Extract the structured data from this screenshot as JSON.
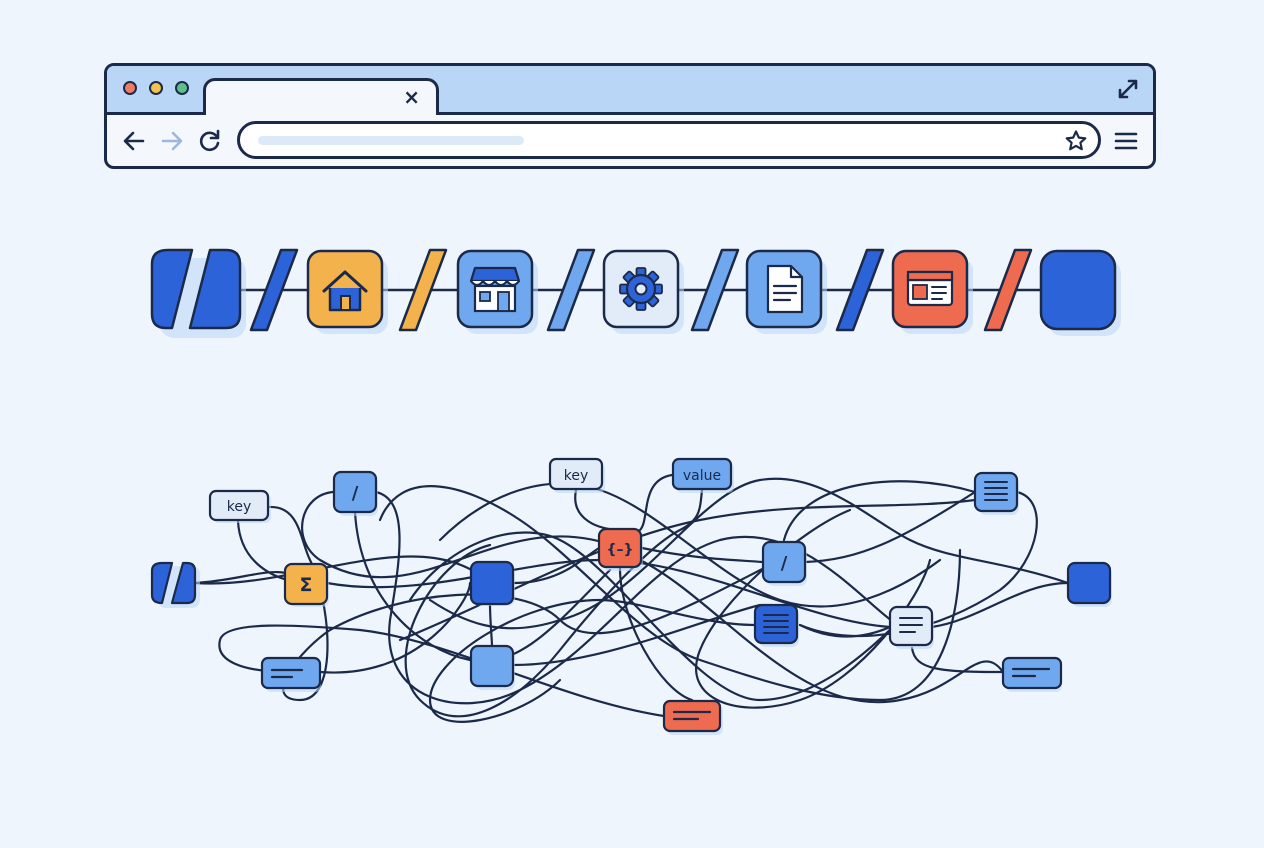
{
  "browser": {
    "tab": {
      "close_glyph": "×"
    },
    "icons": {
      "expand": "expand-icon",
      "back": "arrow-left-icon",
      "forward": "arrow-right-icon",
      "reload": "reload-icon",
      "bookmark": "star-icon",
      "menu": "hamburger-menu-icon"
    },
    "window_controls": [
      "close",
      "minimize",
      "maximize"
    ]
  },
  "breadcrumb": {
    "segments": [
      "root",
      "home-icon",
      "store-icon",
      "gear-icon",
      "document-icon",
      "browser-window-icon",
      "end"
    ]
  },
  "graph": {
    "labels": {
      "key_left": "key",
      "key_top": "key",
      "value_top": "value",
      "braces": "{–}",
      "slash": "/",
      "sigma": "Σ"
    }
  },
  "colors": {
    "ink": "#1c2a4a",
    "blue_dark": "#2d63d8",
    "blue_mid": "#6fa8ef",
    "blue_light": "#b9d6f7",
    "pale": "#e2ecf8",
    "orange": "#f4b24c",
    "red": "#ef6b4f",
    "background": "#eef5fc"
  }
}
